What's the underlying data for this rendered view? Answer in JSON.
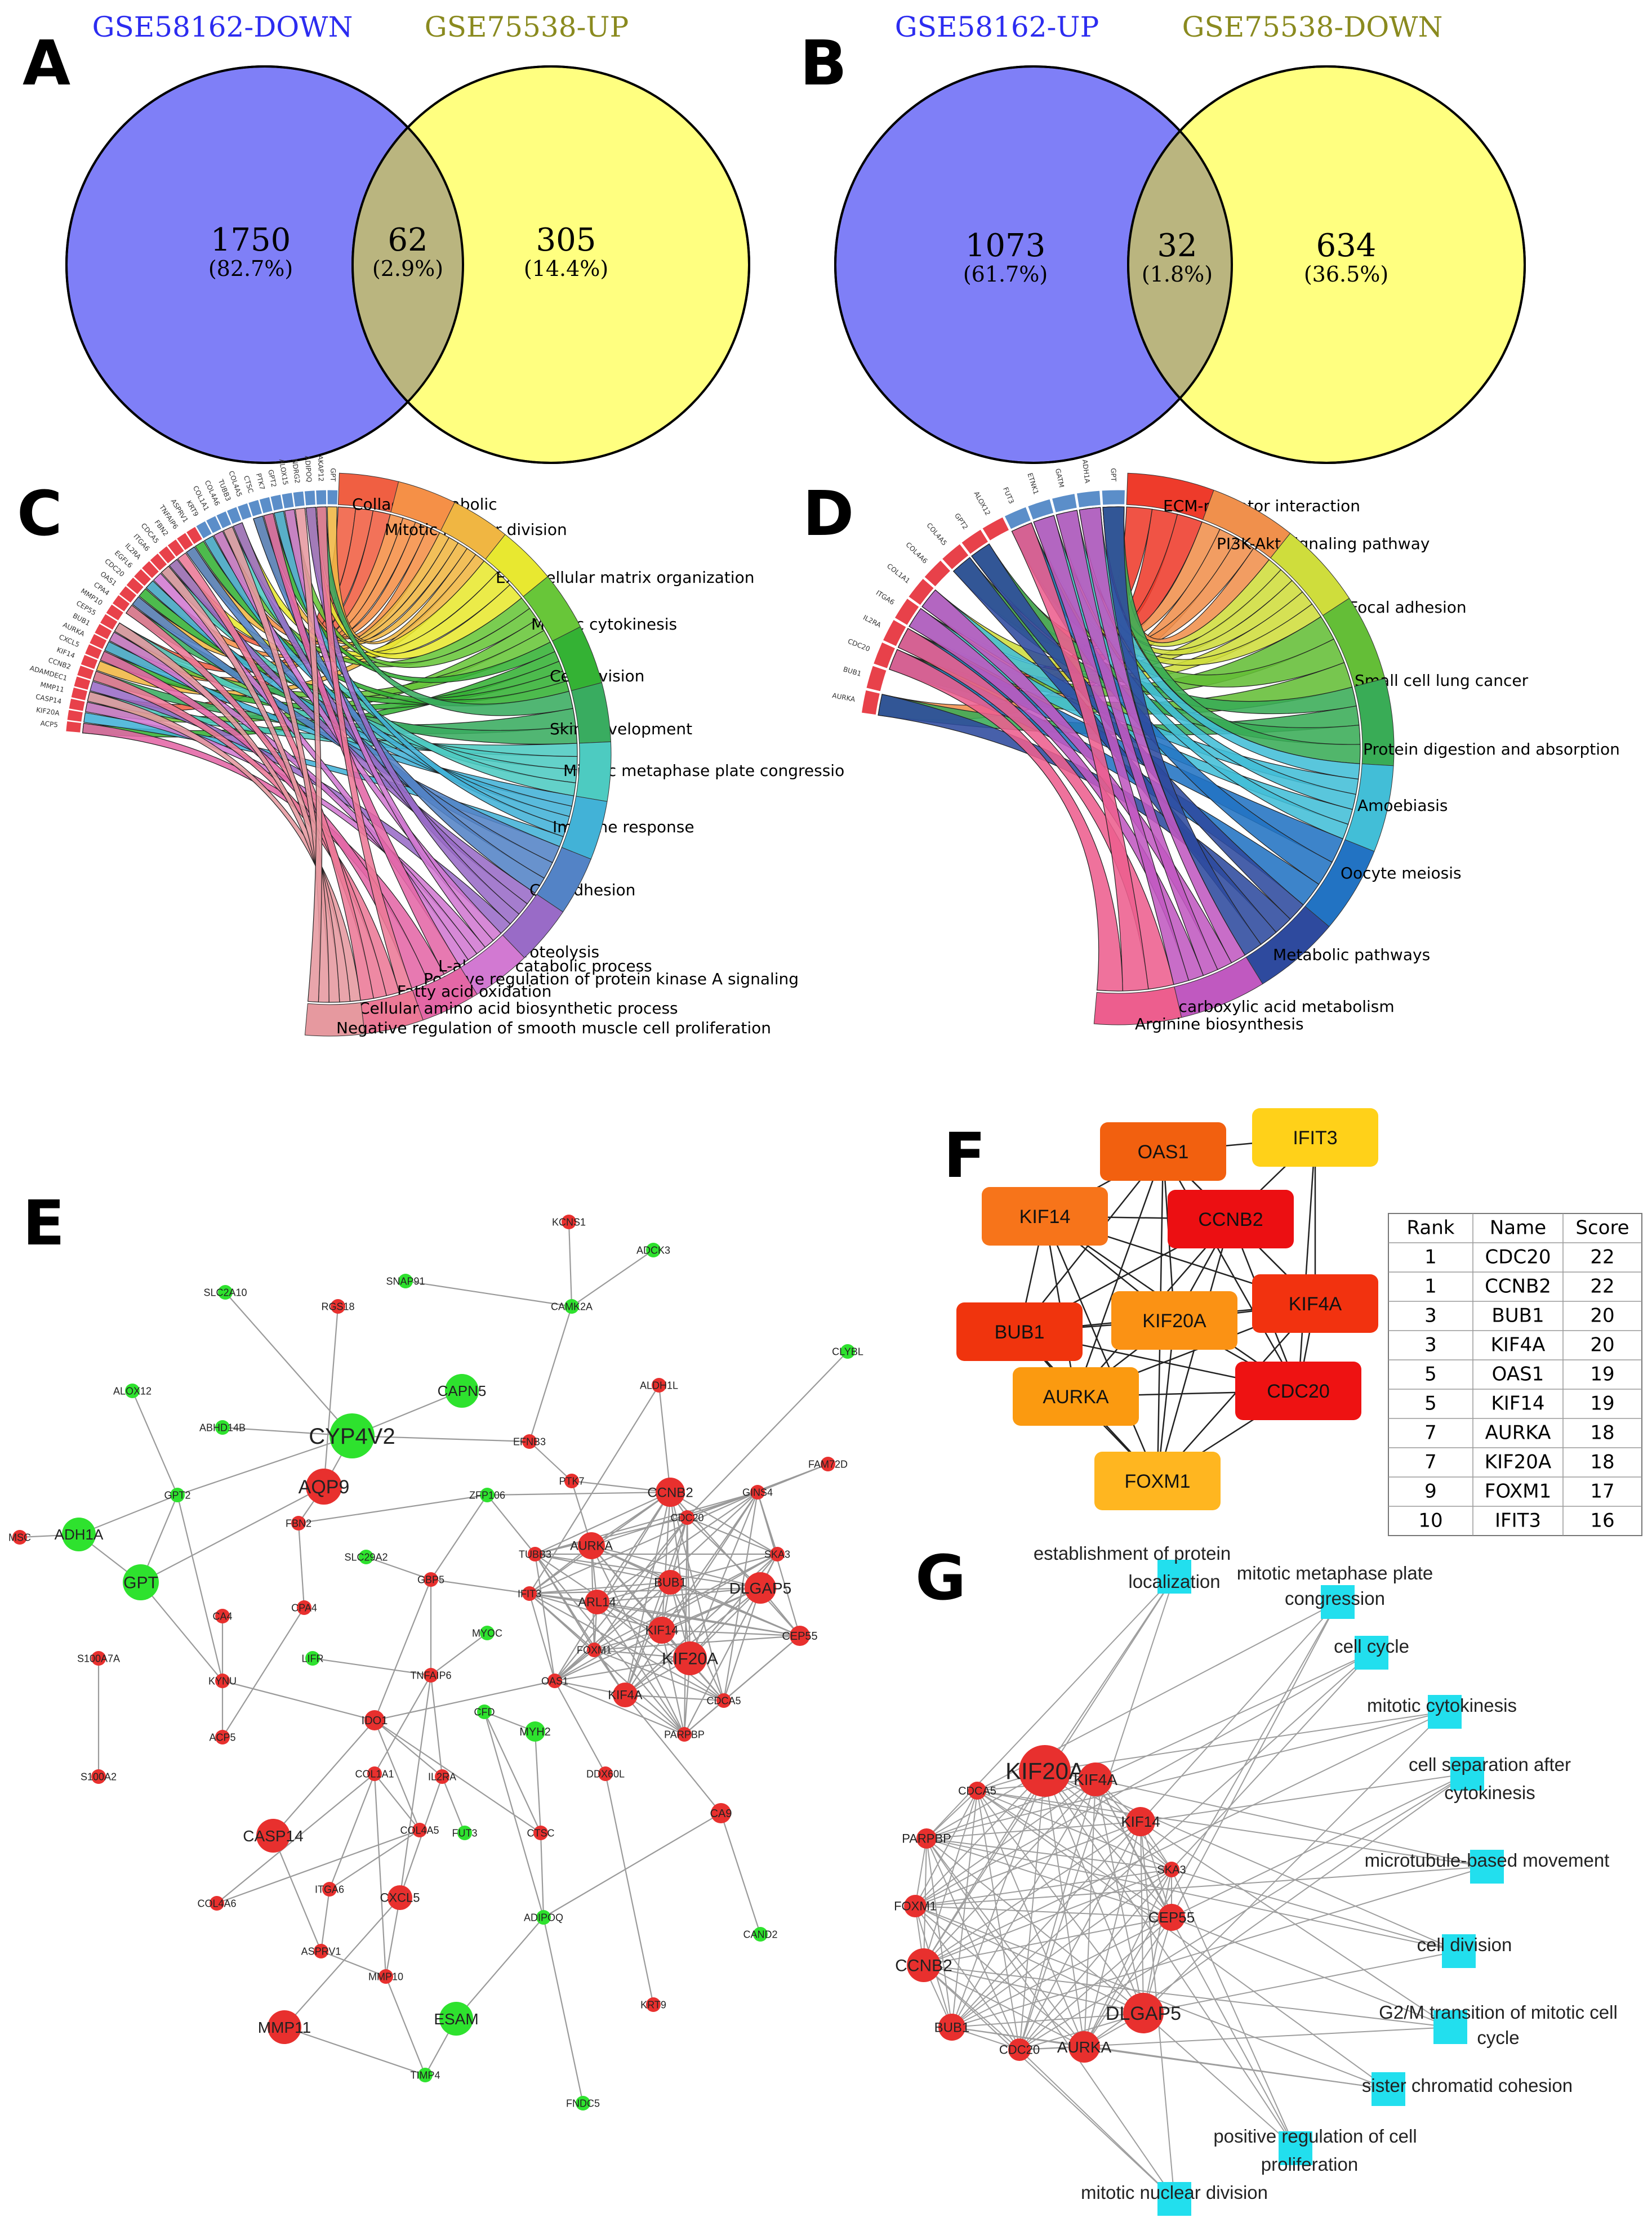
{
  "panels": {
    "A": {
      "letter": "A",
      "left": {
        "title": "GSE58162-DOWN",
        "count": "1750",
        "pct": "(82.7%)"
      },
      "overlap": {
        "count": "62",
        "pct": "(2.9%)"
      },
      "right": {
        "title": "GSE75538-UP",
        "count": "305",
        "pct": "(14.4%)"
      }
    },
    "B": {
      "letter": "B",
      "left": {
        "title": "GSE58162-UP",
        "count": "1073",
        "pct": "(61.7%)"
      },
      "overlap": {
        "count": "32",
        "pct": "(1.8%)"
      },
      "right": {
        "title": "GSE75538-DOWN",
        "count": "634",
        "pct": "(36.5%)"
      }
    },
    "C": {
      "letter": "C",
      "terms": [
        "Collagen catabolic",
        "Mitotic nuclear division",
        "Extracellular matrix organization",
        "Mitotic cytokinesis",
        "Cell division",
        "Skin development",
        "Mitotic metaphase plate congressio",
        "Immune response",
        "Cell adhesion",
        "Proteolysis",
        "L-alanine catabolic process",
        "Positive regulation of protein kinase A signaling",
        "Fatty acid oxidation",
        "Cellular amino acid biosynthetic process",
        "Negative regulation of smooth muscle cell proliferation"
      ],
      "genes": [
        "ACP5",
        "KIF20A",
        "CASP14",
        "MMP11",
        "ADAMDEC1",
        "CCNB2",
        "KIF14",
        "CXCL5",
        "AURKA",
        "BUB1",
        "CEP55",
        "MMP10",
        "CPA4",
        "OAS1",
        "CDC20",
        "EGFL6",
        "IL2RA",
        "ITGA6",
        "CDCA5",
        "FBN2",
        "TNFAIP6",
        "ASPRV1",
        "KRT9",
        "COL1A1",
        "COL4A6",
        "TUBB3",
        "COL4A5",
        "CTSC",
        "PTK7",
        "GPT2",
        "ALOX15",
        "NDRG2",
        "ADIPOQ",
        "AKAP12",
        "GPT"
      ]
    },
    "D": {
      "letter": "D",
      "terms": [
        "ECM-receptor interaction",
        "PI3K-Akt signaling pathway",
        "Focal adhesion",
        "Small cell lung cancer",
        "Protein digestion and absorption",
        "Amoebiasis",
        "Oocyte meiosis",
        "Metabolic pathways",
        "2-oxocarboxylic acid metabolism",
        "Arginine biosynthesis"
      ],
      "genes": [
        "AURKA",
        "BUB1",
        "CDC20",
        "IL2RA",
        "ITGA6",
        "COL1A1",
        "COL4A6",
        "COL4A5",
        "GPT2",
        "ALOX12",
        "FUT3",
        "ETNK1",
        "GATM",
        "ADH1A",
        "GPT"
      ]
    },
    "E": {
      "letter": "E",
      "nodes": [
        {
          "name": "KCNS1",
          "color": "red"
        },
        {
          "name": "ADCK3",
          "color": "green"
        },
        {
          "name": "SLC2A10",
          "color": "green"
        },
        {
          "name": "SNAP91",
          "color": "green"
        },
        {
          "name": "RGS18",
          "color": "red"
        },
        {
          "name": "CAMK2A",
          "color": "green"
        },
        {
          "name": "CLYBL",
          "color": "green"
        },
        {
          "name": "ALOX12",
          "color": "green"
        },
        {
          "name": "CAPN5",
          "color": "green"
        },
        {
          "name": "ALDH1L",
          "color": "red"
        },
        {
          "name": "ABHD14B",
          "color": "green"
        },
        {
          "name": "CYP4V2",
          "color": "green"
        },
        {
          "name": "EFNB3",
          "color": "red"
        },
        {
          "name": "FAM72D",
          "color": "red"
        },
        {
          "name": "AQP9",
          "color": "red"
        },
        {
          "name": "PTK7",
          "color": "red"
        },
        {
          "name": "GPT2",
          "color": "green"
        },
        {
          "name": "ZFP106",
          "color": "green"
        },
        {
          "name": "CCNB2",
          "color": "red"
        },
        {
          "name": "GINS4",
          "color": "red"
        },
        {
          "name": "MSC",
          "color": "red"
        },
        {
          "name": "ADH1A",
          "color": "green"
        },
        {
          "name": "FBN2",
          "color": "red"
        },
        {
          "name": "AURKA",
          "color": "red"
        },
        {
          "name": "CDC20",
          "color": "red"
        },
        {
          "name": "TUBB3",
          "color": "red"
        },
        {
          "name": "SKA3",
          "color": "red"
        },
        {
          "name": "GPT",
          "color": "green"
        },
        {
          "name": "SLC29A2",
          "color": "green"
        },
        {
          "name": "BUB1",
          "color": "red"
        },
        {
          "name": "GBP5",
          "color": "red"
        },
        {
          "name": "IFIT3",
          "color": "red"
        },
        {
          "name": "ARL14",
          "color": "red"
        },
        {
          "name": "DLGAP5",
          "color": "red"
        },
        {
          "name": "CPA4",
          "color": "red"
        },
        {
          "name": "KIF14",
          "color": "red"
        },
        {
          "name": "CEP55",
          "color": "red"
        },
        {
          "name": "CA4",
          "color": "red"
        },
        {
          "name": "MYOC",
          "color": "green"
        },
        {
          "name": "FOXM1",
          "color": "red"
        },
        {
          "name": "KIF20A",
          "color": "red"
        },
        {
          "name": "S100A7A",
          "color": "red"
        },
        {
          "name": "LIFR",
          "color": "green"
        },
        {
          "name": "TNFAIP6",
          "color": "red"
        },
        {
          "name": "OAS1",
          "color": "red"
        },
        {
          "name": "KYNU",
          "color": "red"
        },
        {
          "name": "CFD",
          "color": "green"
        },
        {
          "name": "KIF4A",
          "color": "red"
        },
        {
          "name": "CDCA5",
          "color": "red"
        },
        {
          "name": "IDO1",
          "color": "red"
        },
        {
          "name": "MYH2",
          "color": "green"
        },
        {
          "name": "PARPBP",
          "color": "red"
        },
        {
          "name": "ACP5",
          "color": "red"
        },
        {
          "name": "COL1A1",
          "color": "red"
        },
        {
          "name": "IL2RA",
          "color": "red"
        },
        {
          "name": "DDX60L",
          "color": "red"
        },
        {
          "name": "S100A2",
          "color": "red"
        },
        {
          "name": "CASP14",
          "color": "red"
        },
        {
          "name": "COL4A5",
          "color": "red"
        },
        {
          "name": "FUT3",
          "color": "green"
        },
        {
          "name": "CTSC",
          "color": "red"
        },
        {
          "name": "CA9",
          "color": "red"
        },
        {
          "name": "COL4A6",
          "color": "red"
        },
        {
          "name": "ITGA6",
          "color": "red"
        },
        {
          "name": "CXCL5",
          "color": "red"
        },
        {
          "name": "ADIPOQ",
          "color": "green"
        },
        {
          "name": "CAND2",
          "color": "green"
        },
        {
          "name": "ASPRV1",
          "color": "red"
        },
        {
          "name": "MMP10",
          "color": "red"
        },
        {
          "name": "ESAM",
          "color": "green"
        },
        {
          "name": "KRT9",
          "color": "red"
        },
        {
          "name": "MMP11",
          "color": "red"
        },
        {
          "name": "TIMP4",
          "color": "green"
        },
        {
          "name": "FNDC5",
          "color": "green"
        }
      ]
    },
    "F": {
      "letter": "F",
      "hubs": [
        "OAS1",
        "IFIT3",
        "KIF14",
        "CCNB2",
        "BUB1",
        "KIF20A",
        "KIF4A",
        "AURKA",
        "CDC20",
        "FOXM1"
      ],
      "table": {
        "headers": [
          "Rank",
          "Name",
          "Score"
        ],
        "rows": [
          [
            "1",
            "CDC20",
            "22"
          ],
          [
            "1",
            "CCNB2",
            "22"
          ],
          [
            "3",
            "BUB1",
            "20"
          ],
          [
            "3",
            "KIF4A",
            "20"
          ],
          [
            "5",
            "OAS1",
            "19"
          ],
          [
            "5",
            "KIF14",
            "19"
          ],
          [
            "7",
            "AURKA",
            "18"
          ],
          [
            "7",
            "KIF20A",
            "18"
          ],
          [
            "9",
            "FOXM1",
            "17"
          ],
          [
            "10",
            "IFIT3",
            "16"
          ]
        ]
      }
    },
    "G": {
      "letter": "G",
      "genes": [
        "KIF20A",
        "KIF4A",
        "CDCA5",
        "KIF14",
        "PARPBP",
        "SKA3",
        "FOXM1",
        "CEP55",
        "CCNB2",
        "DLGAP5",
        "BUB1",
        "AURKA",
        "CDC20"
      ],
      "terms": [
        [
          "establishment of protein",
          "localization"
        ],
        [
          "mitotic metaphase plate",
          "congression"
        ],
        [
          "cell cycle"
        ],
        [
          "mitotic cytokinesis"
        ],
        [
          "cell separation after",
          "cytokinesis"
        ],
        [
          "microtubule-based movement"
        ],
        [
          "cell division"
        ],
        [
          "G2/M transition of mitotic cell",
          "cycle"
        ],
        [
          "sister chromatid cohesion"
        ],
        [
          "positive regulation of cell",
          "proliferation"
        ],
        [
          "mitotic nuclear division"
        ]
      ]
    }
  },
  "colors": {
    "venn_left": "#7f7ff7",
    "venn_right": "#ffff80",
    "venn_overlap": "#bab57f",
    "title_blue": "#2c2cf0",
    "title_olive": "#8a8a1f",
    "node_red": "#e8302e",
    "node_green": "#2ee22e",
    "go_term": "#22dfee"
  }
}
